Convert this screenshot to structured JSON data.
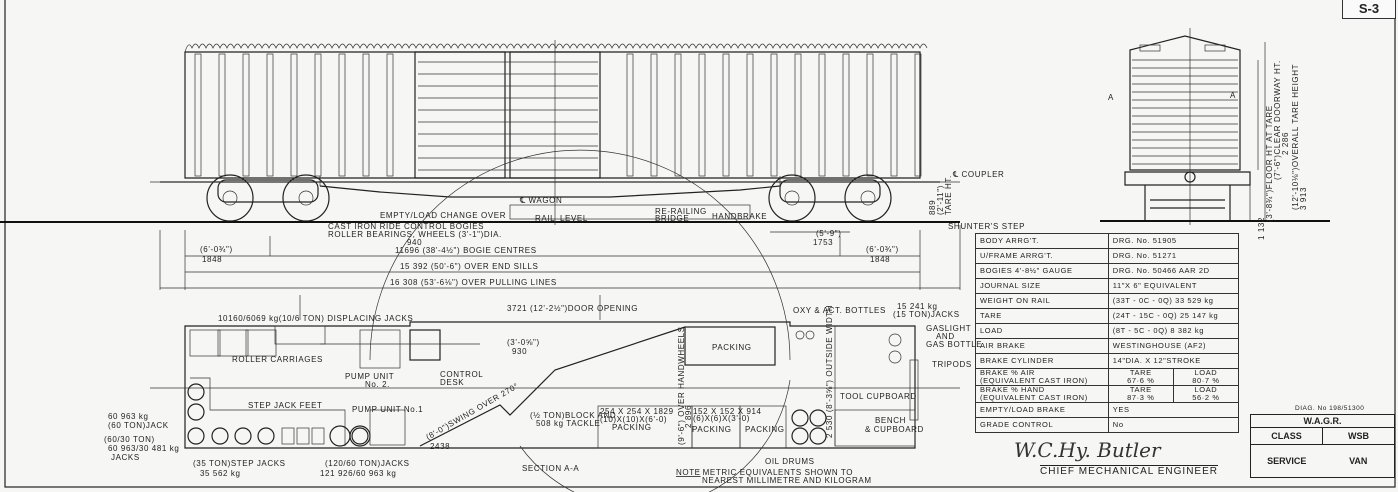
{
  "sheet_no": "S-3",
  "side_view": {
    "labels": [
      "℄ COUPLER",
      "℄ WAGON",
      "EMPTY/LOAD CHANGE OVER",
      "RAIL",
      "LEVEL",
      "RE-RAILING",
      "BRIDGE",
      "HANDBRAKE",
      "SHUNTER'S STEP",
      "CAST IRON RIDE CONTROL BOGIES",
      "ROLLER BEARINGS, WHEELS (3'-1\")DIA.",
      "940",
      "889",
      "(2'-11\")",
      "TARE HT."
    ],
    "dimensions": [
      "(6'-0¾\")",
      "1848",
      "11696 (38'-4½\") BOGIE CENTRES",
      "15 392 (50'-6\") OVER END SILLS",
      "16 308 (53'-6⅛\") OVER PULLING LINES",
      "(5'-9\")",
      "1753",
      "(6'-0¾\")",
      "1848"
    ]
  },
  "end_view": {
    "section_marks": [
      "A",
      "A"
    ],
    "dimensions": [
      "(7'-6\")CLEAR DOORWAY HT.",
      "2 286",
      "(12'-10⅛\")OVERALL TARE HEIGHT",
      "3 913",
      "(3'-8¾\")FLOOR HT AT TARE",
      "1 132"
    ]
  },
  "plan_view": {
    "labels": [
      "10160/6069 kg(10/6 TON) DISPLACING JACKS",
      "ROLLER CARRIAGES",
      "PUMP UNIT",
      "No. 2.",
      "CONTROL",
      "DESK",
      "3721 (12'-2½\")DOOR OPENING",
      "(3'-0⅝\")",
      "930",
      "OXY & ACT. BOTTLES",
      "15 241 kg",
      "(15 TON)JACKS",
      "GASLIGHT",
      "AND",
      "GAS BOTTLE",
      "TRIPODS",
      "PACKING",
      "(9'-6\") OVER HANDWHEELS",
      "2 896",
      "2 530 (8'-3⅝\") OUTSIDE WIDTH",
      "TOOL CUPBOARD",
      "BENCH",
      "& CUPBOARD",
      "60 963 kg",
      "(60 TON)JACK",
      "(60/30 TON)",
      "60 963/30 481 kg",
      "JACKS",
      "STEP JACK FEET",
      "PUMP UNIT No.1",
      "(8'-0\")SWING OVER 270°",
      "2438",
      "(½ TON)BLOCK AND",
      "508 kg   TACKLE",
      "254 X 254 X 1829",
      "(10)X(10)X(6'-0)",
      "PACKING",
      "152 X 152 X 914",
      "(6)X(6)X(3'-0)",
      "PACKING",
      "PACKING",
      "OIL DRUMS",
      "(35 TON)STEP JACKS",
      "35 562 kg",
      "(120/60 TON)JACKS",
      "121 926/60 963 kg",
      "SECTION A-A"
    ],
    "note_label": "NOTE",
    "note": ": METRIC EQUIVALENTS SHOWN TO",
    "note2": "NEAREST MILLIMETRE AND KILOGRAM"
  },
  "spec_table": [
    {
      "label": "BODY ARRG'T.",
      "value": "DRG. No. 51905"
    },
    {
      "label": "U/FRAME ARRG'T.",
      "value": "DRG. No. 51271"
    },
    {
      "label": "BOGIES 4'-8½\" GAUGE",
      "value": "DRG. No. 50466 AAR 2D"
    },
    {
      "label": "JOURNAL SIZE",
      "value": "11\"X 6\" EQUIVALENT"
    },
    {
      "label": "WEIGHT ON RAIL",
      "value": "(33T - 0C - 0Q) 33 529 kg"
    },
    {
      "label": "TARE",
      "value": "(24T - 15C - 0Q) 25 147 kg"
    },
    {
      "label": "LOAD",
      "value": "(8T - 5C - 0Q) 8 382 kg"
    },
    {
      "label": "AIR BRAKE",
      "value": "WESTINGHOUSE (AF2)"
    },
    {
      "label": "BRAKE CYLINDER",
      "value": "14\"DIA. X 12\"STROKE"
    }
  ],
  "brake_pct": [
    {
      "label": "BRAKE % AIR",
      "sub": "(EQUIVALENT CAST IRON)",
      "tare_label": "TARE",
      "tare": "67·6 %",
      "load_label": "LOAD",
      "load": "80·7 %"
    },
    {
      "label": "BRAKE % HAND",
      "sub": "(EQUIVALENT CAST IRON)",
      "tare_label": "TARE",
      "tare": "87·3 %",
      "load_label": "LOAD",
      "load": "56·2 %"
    }
  ],
  "spec_table_tail": [
    {
      "label": "EMPTY/LOAD BRAKE",
      "value": "YES"
    },
    {
      "label": "GRADE CONTROL",
      "value": "No"
    }
  ],
  "signature": "W.C.Hy. Butler",
  "signatory_title": "CHIEF MECHANICAL ENGINEER",
  "title_block": {
    "diag_no": "DIAG. No 198/51300",
    "railway": "W.A.G.R.",
    "class_label": "CLASS",
    "class_value": "WSB",
    "service_label": "SERVICE",
    "service_value": "VAN"
  }
}
